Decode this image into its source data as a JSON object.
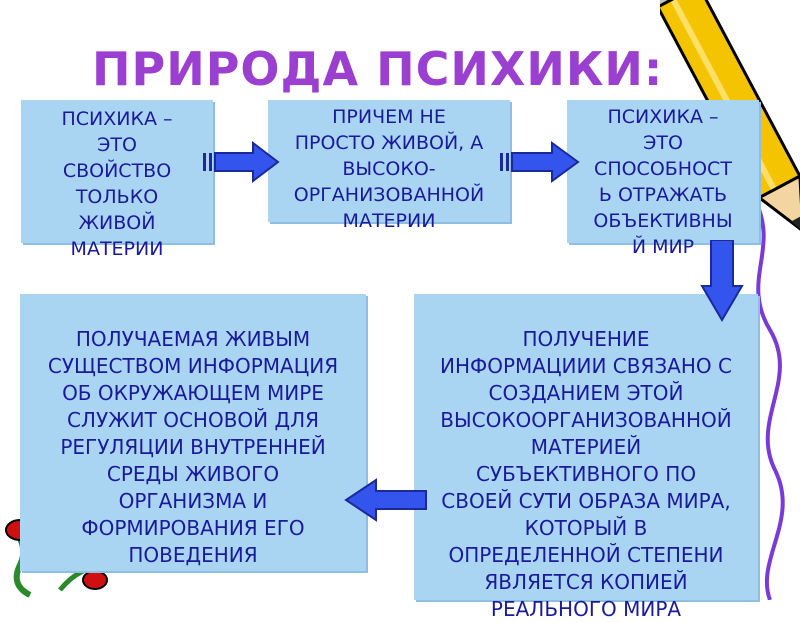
{
  "title": "ПРИРОДА ПСИХИКИ:",
  "boxes": {
    "b1": "ПСИХИКА –\nЭТО\nСВОЙСТВО\nТОЛЬКО\nЖИВОЙ\nМАТЕРИИ",
    "b2": "ПРИЧЕМ НЕ\nПРОСТО ЖИВОЙ, А\nВЫСОКО-\nОРГАНИЗОВАННОЙ\nМАТЕРИИ",
    "b3": "ПСИХИКА –\nЭТО\nСПОСОБНОСТ\nЬ ОТРАЖАТЬ\nОБЪЕКТИВНЫ\nЙ МИР",
    "b4": "ПОЛУЧАЕМАЯ ЖИВЫМ\nСУЩЕСТВОМ ИНФОРМАЦИЯ\nОБ ОКРУЖАЮЩЕМ МИРЕ\nСЛУЖИТ ОСНОВОЙ ДЛЯ\nРЕГУЛЯЦИИ ВНУТРЕННЕЙ\nСРЕДЫ ЖИВОГО\nОРГАНИЗМА И\nФОРМИРОВАНИЯ ЕГО\nПОВЕДЕНИЯ",
    "b5": "ПОЛУЧЕНИЕ\nИНФОРМАЦИИИ СВЯЗАНО С\nСОЗДАНИЕМ ЭТОЙ\nВЫСОКООРГАНИЗОВАННОЙ\nМАТЕРИЕЙ\nСУБЪЕКТИВНОГО ПО\nСВОЕЙ СУТИ ОБРАЗА МИРА,\nКОТОРЫЙ В\nОПРЕДЕЛЕННОЙ СТЕПЕНИ\nЯВЛЯЕТСЯ КОПИЕЙ\nРЕАЛЬНОГО МИРА"
  },
  "colors": {
    "title": "#9b3fd0",
    "box_fill": "#a9d5f3",
    "box_text": "#1a1a9a",
    "arrow_fill": "#3355ee",
    "arrow_stroke": "#1a2a99"
  },
  "icons": [
    "pencil-icon",
    "flower-icon"
  ]
}
